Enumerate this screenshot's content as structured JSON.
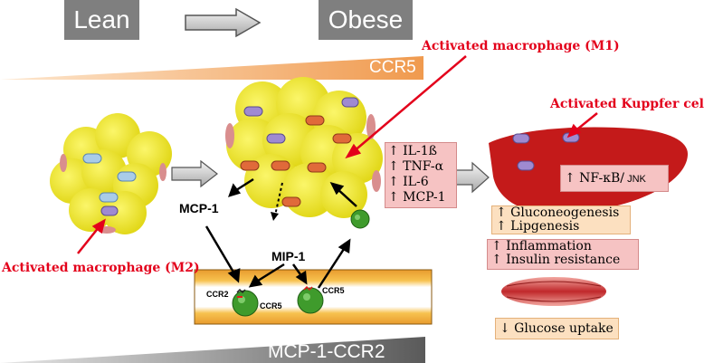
{
  "header": {
    "lean_label": "Lean",
    "obese_label": "Obese"
  },
  "gradients": {
    "top_label": "CCR5",
    "bottom_label": "MCP-1-CCR2"
  },
  "labels": {
    "m1": "Activated macrophage (M1)",
    "m2": "Activated macrophage (M2)",
    "kupffer": "Activated Kuppfer cells",
    "mcp1": "MCP-1",
    "mip1": "MIP-1",
    "ccr2": "CCR2",
    "ccr5_a": "CCR5",
    "ccr5_b": "CCR5"
  },
  "cytokines": [
    "↑ IL-1ß",
    "↑ TNF-α",
    "↑ IL-6",
    "↑ MCP-1"
  ],
  "liver": {
    "nfkb_main": "↑ NF-κB/",
    "nfkb_small": " JNK"
  },
  "effects": {
    "hepatic": [
      "↑ Gluconeogenesis",
      "↑ Lipgenesis"
    ],
    "systemic": [
      "↑ Inflammation",
      "↑ Insulin resistance"
    ],
    "muscle": "↓ Glucose uptake"
  },
  "colors": {
    "red_label": "#e3001b",
    "gray_box": "#7f7f7f",
    "gradient_orange": "#f2a35e",
    "adipocyte": "#f2ee2b",
    "liver": "#c41a1a",
    "vessel": "#e8a13a",
    "monocyte": "#3f9b2c"
  }
}
